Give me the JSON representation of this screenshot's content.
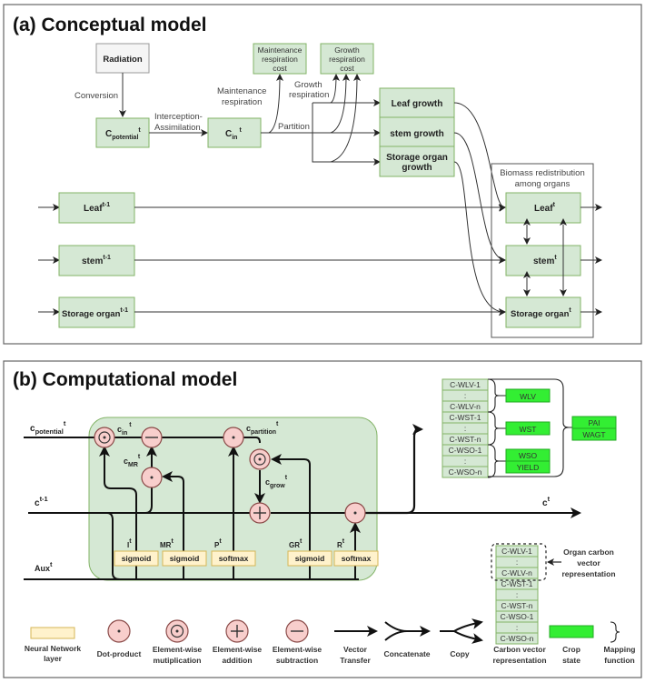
{
  "panel_a": {
    "title": "(a) Conceptual model",
    "radiation": "Radiation",
    "conversion": "Conversion",
    "c_potential": {
      "base": "C",
      "sub": "potential",
      "sup": "t"
    },
    "interception_1": "Interception-",
    "interception_2": "Assimilation",
    "c_in": {
      "base": "C",
      "sub": "in",
      "sup": "t"
    },
    "maint_resp_1": "Maintenance",
    "maint_resp_2": "respiration",
    "maint_cost_1": "Maintenance",
    "maint_cost_2": "respiration",
    "maint_cost_3": "cost",
    "growth_cost_1": "Growth",
    "growth_cost_2": "respiration",
    "growth_cost_3": "cost",
    "growth_resp_1": "Growth",
    "growth_resp_2": "respiration",
    "partition": "Partition",
    "leaf_growth": "Leaf growth",
    "stem_growth": "stem growth",
    "storage_growth_1": "Storage organ",
    "storage_growth_2": "growth",
    "biomass_1": "Biomass redistribution",
    "biomass_2": "among organs",
    "leaf_prev": {
      "base": "Leaf",
      "sup": "t-1"
    },
    "stem_prev": {
      "base": "stem",
      "sup": "t-1"
    },
    "storage_prev": {
      "base": "Storage organ",
      "sup": "t-1"
    },
    "leaf_now": {
      "base": "Leaf",
      "sup": "t"
    },
    "stem_now": {
      "base": "stem",
      "sup": "t"
    },
    "storage_now": {
      "base": "Storage organ",
      "sup": "t"
    }
  },
  "panel_b": {
    "title": "(b) Computational model",
    "c_potential": {
      "base": "c",
      "sub": "potential",
      "sup": "t"
    },
    "c_prev": {
      "base": "c",
      "sup": "t-1"
    },
    "aux": {
      "base": "Aux",
      "sup": "t"
    },
    "c_in": {
      "base": "c",
      "sub": "in",
      "sup": "t"
    },
    "c_mr": {
      "base": "c",
      "sub": "MR",
      "sup": "t"
    },
    "c_partition": {
      "base": "c",
      "sub": "partition",
      "sup": "t"
    },
    "c_grow": {
      "base": "c",
      "sub": "grow",
      "sup": "t"
    },
    "c_now": {
      "base": "c",
      "sup": "t"
    },
    "gates": [
      {
        "name": "I",
        "sup": "t",
        "fn": "sigmoid"
      },
      {
        "name": "MR",
        "sup": "t",
        "fn": "sigmoid"
      },
      {
        "name": "P",
        "sup": "t",
        "fn": "softmax"
      },
      {
        "name": "GR",
        "sup": "t",
        "fn": "sigmoid"
      },
      {
        "name": "R",
        "sup": "t",
        "fn": "softmax"
      }
    ],
    "carbon_vector": [
      "C-WLV-1",
      ":",
      "C-WLV-n",
      "C-WST-1",
      ":",
      "C-WST-n",
      "C-WSO-1",
      ":",
      "C-WSO-n"
    ],
    "crop_states": {
      "wlv": "WLV",
      "wst": "WST",
      "wso": "WSO",
      "yield": "YIELD",
      "pai": "PAI",
      "wagt": "WAGT"
    },
    "organ_carbon_1": "Organ carbon",
    "organ_carbon_2": "vector",
    "organ_carbon_3": "representation"
  },
  "legend": {
    "nn_layer": [
      "Neural Network",
      "layer"
    ],
    "dot_product": [
      "Dot-product"
    ],
    "ew_mult": [
      "Element-wise",
      "mutiplication"
    ],
    "ew_add": [
      "Element-wise",
      "addition"
    ],
    "ew_sub": [
      "Element-wise",
      "subtraction"
    ],
    "vector_transfer": [
      "Vector",
      "Transfer"
    ],
    "concatenate": [
      "Concatenate"
    ],
    "copy": [
      "Copy"
    ],
    "carbon_vector": [
      "Carbon vector",
      "representation"
    ],
    "crop_state": [
      "Crop",
      "state"
    ],
    "mapping": [
      "Mapping",
      "function"
    ]
  },
  "colors": {
    "box_green": "#d5e8d4",
    "box_green_border": "#82b366",
    "crop_state": "#33ee33",
    "op_circle": "#f8cecc",
    "nn_layer": "#fff2cc",
    "nn_border": "#d6b656",
    "cell_bg": "#d5e8d4"
  }
}
